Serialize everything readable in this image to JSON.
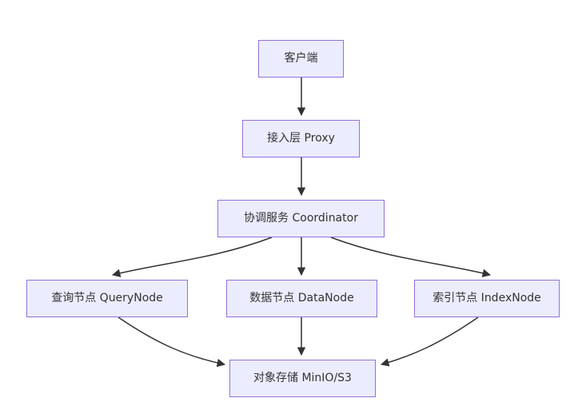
{
  "diagram": {
    "title": "",
    "type": "flowchart",
    "nodes": {
      "client": {
        "label": "客户端"
      },
      "proxy": {
        "label": "接入层 Proxy"
      },
      "coordinator": {
        "label": "协调服务 Coordinator"
      },
      "querynode": {
        "label": "查询节点 QueryNode"
      },
      "datanode": {
        "label": "数据节点 DataNode"
      },
      "indexnode": {
        "label": "索引节点 IndexNode"
      },
      "storage": {
        "label": "对象存储 MinIO/S3"
      }
    },
    "edges": [
      {
        "from": "client",
        "to": "proxy"
      },
      {
        "from": "proxy",
        "to": "coordinator"
      },
      {
        "from": "coordinator",
        "to": "querynode"
      },
      {
        "from": "coordinator",
        "to": "datanode"
      },
      {
        "from": "coordinator",
        "to": "indexnode"
      },
      {
        "from": "querynode",
        "to": "storage"
      },
      {
        "from": "datanode",
        "to": "storage"
      },
      {
        "from": "indexnode",
        "to": "storage"
      }
    ],
    "colors": {
      "node_fill": "#ECECFF",
      "node_border": "#9370DB",
      "edge": "#333333",
      "text": "#333333",
      "background": "#FFFFFF"
    }
  }
}
